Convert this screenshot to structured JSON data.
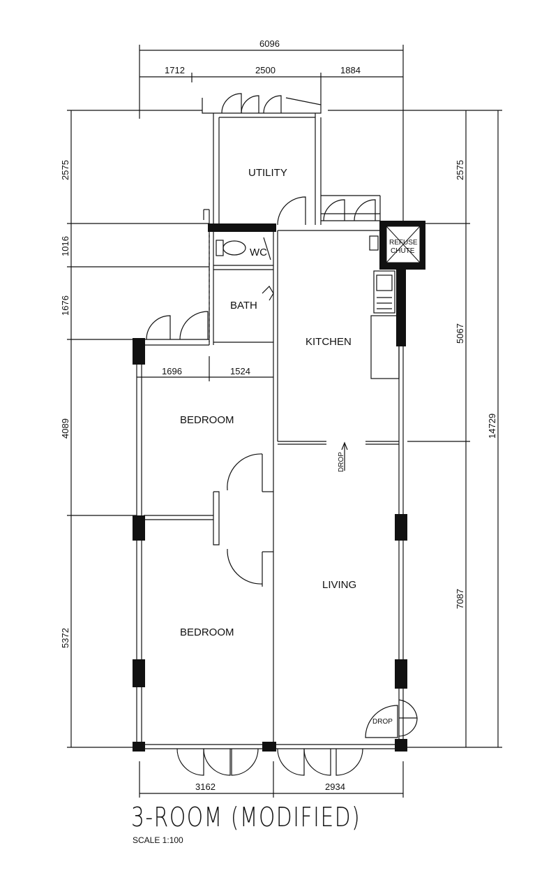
{
  "title": "3-ROOM (MODIFIED)",
  "scale": "SCALE   1:100",
  "dimensions": {
    "top_total": "6096",
    "top_a": "1712",
    "top_b": "2500",
    "top_c": "1884",
    "left_1": "2575",
    "left_2": "1016",
    "left_3": "1676",
    "left_4": "4089",
    "left_5": "5372",
    "right_1": "2575",
    "right_2": "5067",
    "right_3": "7087",
    "right_total": "14729",
    "inner_a": "1696",
    "inner_b": "1524",
    "bottom_a": "3162",
    "bottom_b": "2934"
  },
  "rooms": {
    "utility": "UTILITY",
    "wc": "WC",
    "bath": "BATH",
    "kitchen": "KITCHEN",
    "bedroom1": "BEDROOM",
    "bedroom2": "BEDROOM",
    "living": "LIVING",
    "refuse_line1": "REFUSE",
    "refuse_line2": "CHUTE",
    "drop1": "DROP",
    "drop2": "DROP"
  }
}
